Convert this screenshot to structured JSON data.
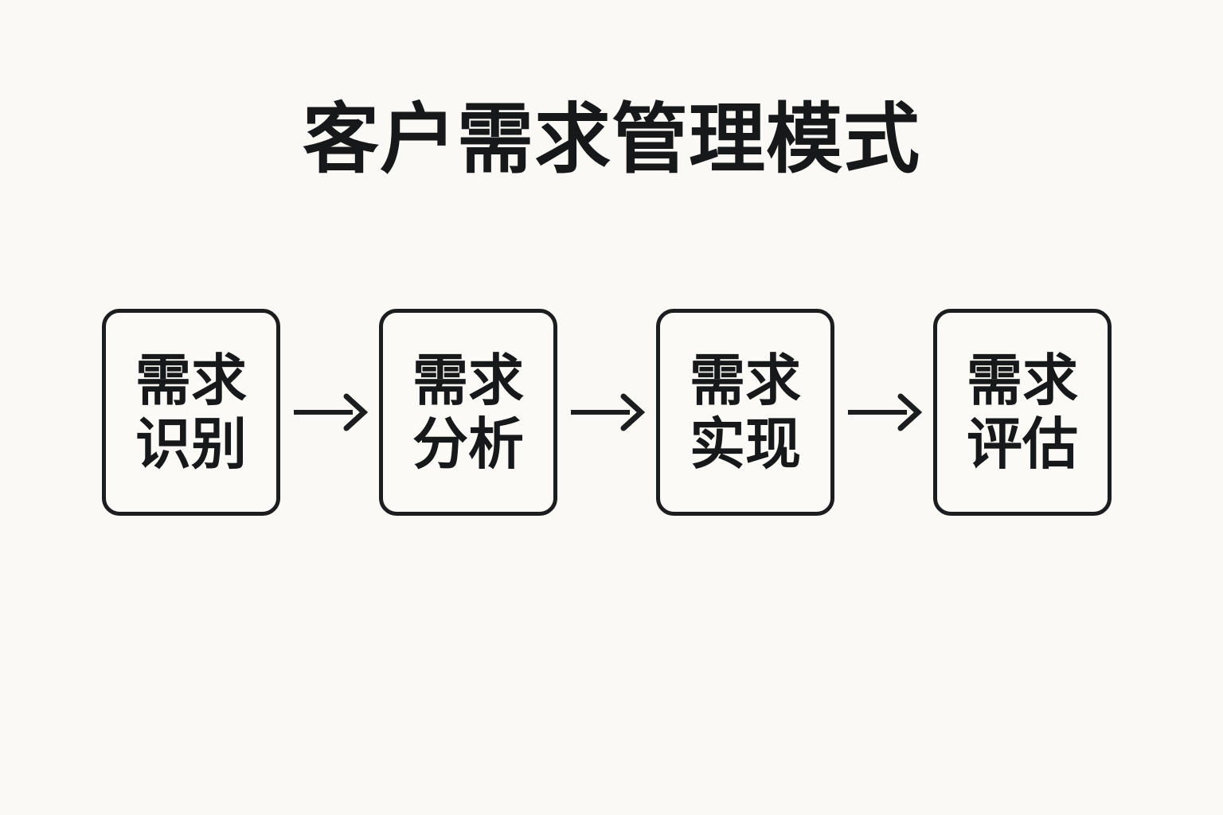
{
  "page": {
    "title": "客户需求管理模式",
    "background_color": "#faf9f6",
    "ink_color": "#17181a"
  },
  "diagram": {
    "type": "linear-flow",
    "orientation": "horizontal",
    "node_count": 4,
    "arrow_count": 3,
    "node_fill": "#fbfaf7",
    "node_border_color": "#1c1d1f",
    "arrow_icon": "arrow-right-icon",
    "nodes": [
      {
        "id": "step-1",
        "label": "需求识别",
        "line1": "需求",
        "line2": "识别"
      },
      {
        "id": "step-2",
        "label": "需求分析",
        "line1": "需求",
        "line2": "分析"
      },
      {
        "id": "step-3",
        "label": "需求实现",
        "line1": "需求",
        "line2": "实现"
      },
      {
        "id": "step-4",
        "label": "需求评估",
        "line1": "需求",
        "line2": "评估"
      }
    ]
  }
}
